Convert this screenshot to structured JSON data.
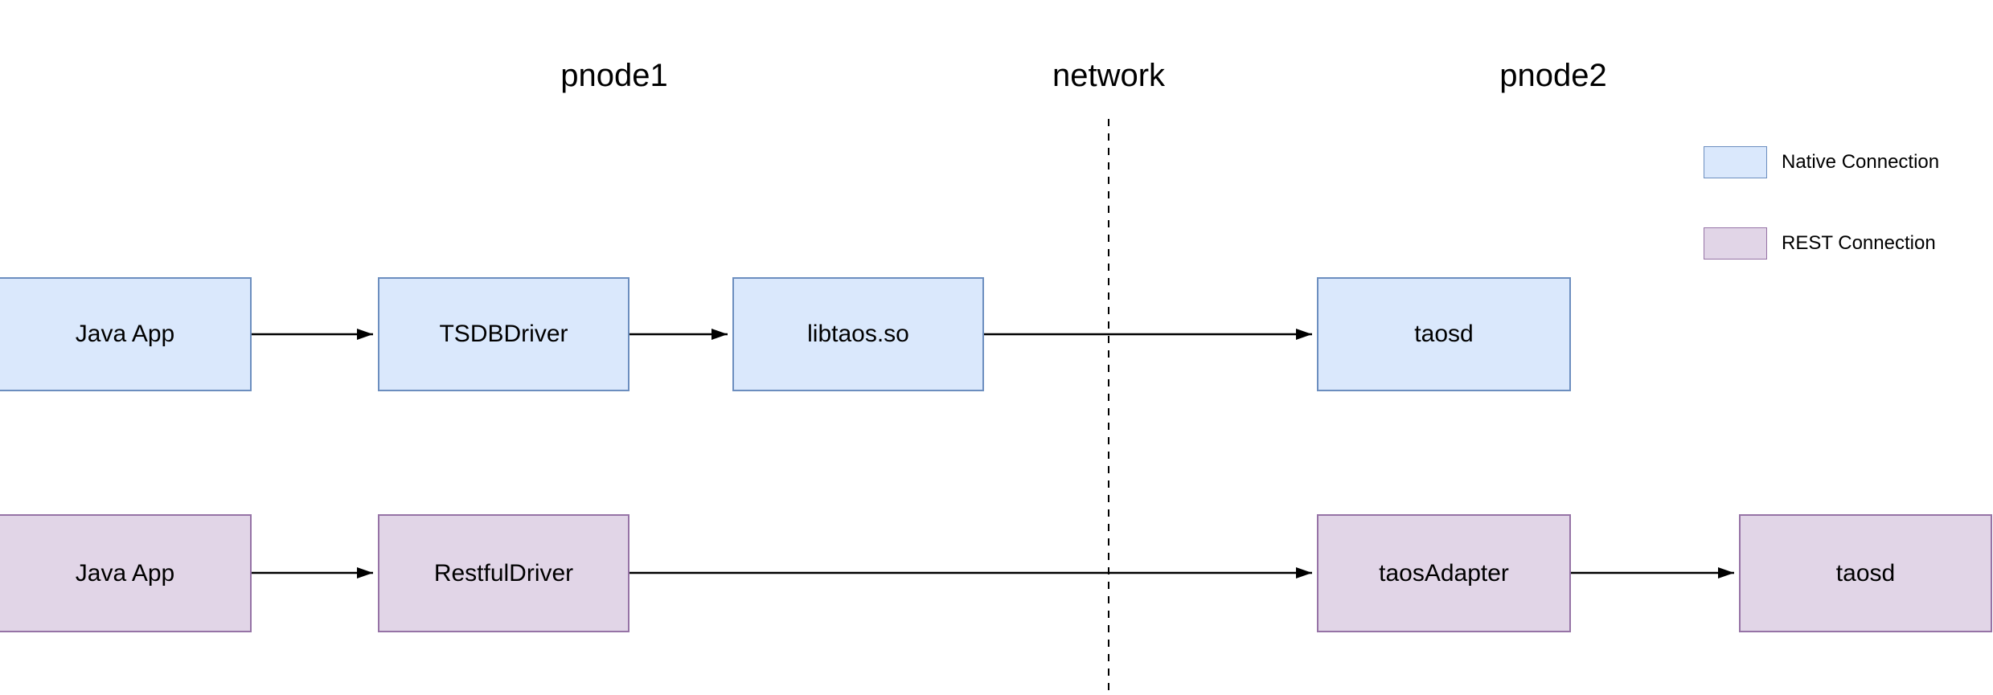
{
  "headers": {
    "pnode1": "pnode1",
    "network": "network",
    "pnode2": "pnode2"
  },
  "legend": {
    "native": {
      "label": "Native Connection",
      "fill": "#dae8fc",
      "stroke": "#6c8ebf"
    },
    "rest": {
      "label": "REST Connection",
      "fill": "#e1d5e7",
      "stroke": "#9673a6"
    }
  },
  "native_flow": {
    "java_app": "Java App",
    "tsdb_driver": "TSDBDriver",
    "libtaos": "libtaos.so",
    "taosd": "taosd"
  },
  "rest_flow": {
    "java_app": "Java App",
    "restful_driver": "RestfulDriver",
    "taos_adapter": "taosAdapter",
    "taosd": "taosd"
  },
  "edge_color": "#000000"
}
